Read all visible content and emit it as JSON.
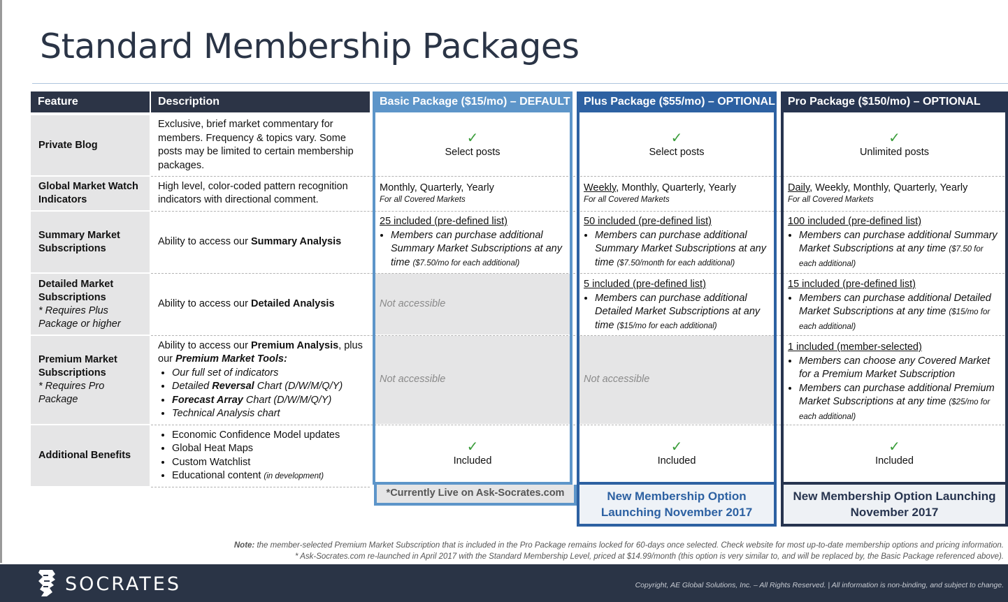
{
  "title": "Standard Membership Packages",
  "headers": {
    "feature": "Feature",
    "description": "Description",
    "basic": "Basic Package ($15/mo) – DEFAULT",
    "plus": "Plus Package ($55/mo) – OPTIONAL",
    "pro": "Pro Package ($150/mo) – OPTIONAL"
  },
  "rows": {
    "blog": {
      "feature": "Private Blog",
      "description": "Exclusive, brief market commentary for members. Frequency & topics vary. Some posts may be limited to certain membership packages.",
      "basic": "Select posts",
      "plus": "Select posts",
      "pro": "Unlimited posts"
    },
    "gmw": {
      "feature": "Global Market Watch Indicators",
      "description": "High level, color-coded pattern recognition indicators with directional comment.",
      "basic_line": "Monthly, Quarterly, Yearly",
      "plus_first": "Weekly",
      "plus_rest": ", Monthly, Quarterly, Yearly",
      "pro_first": "Daily",
      "pro_rest": ", Weekly, Monthly, Quarterly, Yearly",
      "note": "For all Covered Markets"
    },
    "summary": {
      "feature": "Summary Market Subscriptions",
      "desc_prefix": "Ability to access our ",
      "desc_bold": "Summary Analysis",
      "basic_head": "25 included (pre-defined list)",
      "basic_bullet": "Members can purchase additional Summary Market Subscriptions at any time",
      "basic_note": "($7.50/mo for each additional)",
      "plus_head": "50 included (pre-defined list)",
      "plus_bullet": "Members can purchase additional Summary Market Subscriptions at any time",
      "plus_note": "($7.50/month for each additional)",
      "pro_head": "100 included (pre-defined list)",
      "pro_bullet": "Members can purchase additional Summary Market Subscriptions at any time",
      "pro_note": "($7.50 for each additional)"
    },
    "detailed": {
      "feature": "Detailed Market Subscriptions",
      "feature_sub": "* Requires Plus Package or higher",
      "desc_prefix": "Ability to access our ",
      "desc_bold": "Detailed Analysis",
      "basic": "Not accessible",
      "plus_head": "5 included (pre-defined list)",
      "plus_bullet": "Members can purchase additional Detailed Market Subscriptions at any time",
      "plus_note": "($15/mo for each additional)",
      "pro_head": "15 included (pre-defined list)",
      "pro_bullet": "Members can purchase additional Detailed Market Subscriptions at any time",
      "pro_note": "($15/mo for each additional)"
    },
    "premium": {
      "feature": "Premium Market Subscriptions",
      "feature_sub": "* Requires Pro Package",
      "desc_prefix": "Ability to access our ",
      "desc_bold": "Premium Analysis",
      "desc_mid": ", plus our ",
      "desc_tools": "Premium Market Tools:",
      "tool1": "Our full set of indicators",
      "tool2_pre": "Detailed ",
      "tool2_bold": "Reversal",
      "tool2_post": " Chart (D/W/M/Q/Y)",
      "tool3_bold": "Forecast Array",
      "tool3_post": " Chart (D/W/M/Q/Y)",
      "tool4": "Technical Analysis chart",
      "basic": "Not accessible",
      "plus": "Not accessible",
      "pro_head": "1 included (member-selected)",
      "pro_bullet1": "Members can choose any Covered Market for a Premium Market Subscription",
      "pro_bullet2": "Members can purchase additional Premium Market Subscriptions at any time",
      "pro_note": "($25/mo for each additional)"
    },
    "benefits": {
      "feature": "Additional Benefits",
      "b1": "Economic Confidence Model updates",
      "b2": "Global Heat Maps",
      "b3": "Custom Watchlist",
      "b4": "Educational content",
      "b4_note": "(in development)",
      "basic": "Included",
      "plus": "Included",
      "pro": "Included"
    }
  },
  "check": "✓",
  "footers": {
    "basic": "*Currently Live on Ask-Socrates.com",
    "plus": "New Membership Option Launching November 2017",
    "pro": "New Membership Option Launching November 2017"
  },
  "notes": {
    "note_label": "Note:",
    "note_text": " the member-selected Premium Market Subscription that is included in the Pro Package remains locked for 60-days once selected. Check website for most up-to-date membership options and pricing information.",
    "star_text": "*  Ask-Socrates.com re-launched in April 2017 with the Standard Membership Level, priced at $14.99/month (this option is very similar to, and will be replaced by, the Basic Package referenced above)."
  },
  "brand": {
    "logo_text": "SOCRATES",
    "copyright": "Copyright, AE Global Solutions, Inc. – All Rights Reserved.  |  All information is non-binding, and subject to change."
  },
  "colors": {
    "basic": "#5d95c9",
    "plus": "#2d61a2",
    "pro": "#27344f",
    "dark": "#2c3446",
    "check": "#3a9d3a"
  }
}
